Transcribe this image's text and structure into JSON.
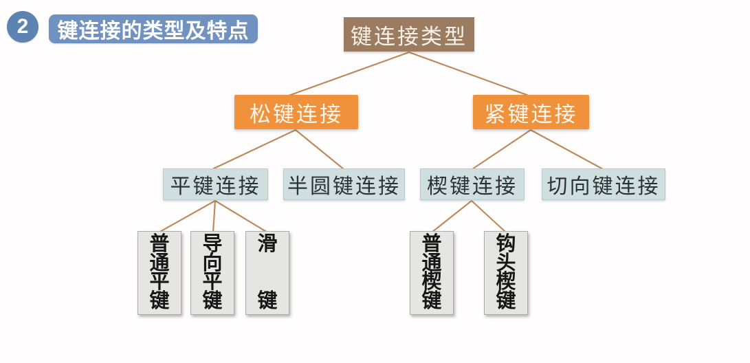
{
  "header": {
    "badge_number": "2",
    "title": "键连接的类型及特点"
  },
  "diagram": {
    "root": {
      "label": "键连接类型"
    },
    "branches": [
      {
        "label": "松键连接"
      },
      {
        "label": "紧键连接"
      }
    ],
    "subtypes": [
      {
        "label": "平键连接"
      },
      {
        "label": "半圆键连接"
      },
      {
        "label": "楔键连接"
      },
      {
        "label": "切向键连接"
      }
    ],
    "leaves": [
      {
        "name": "普通平键",
        "lines": [
          "普",
          "通",
          "平",
          "键"
        ]
      },
      {
        "name": "导向平键",
        "lines": [
          "导",
          "向",
          "平",
          "键"
        ]
      },
      {
        "name": "滑键",
        "lines": [
          "滑",
          "",
          "",
          "键"
        ]
      },
      {
        "name": "普通楔键",
        "lines": [
          "普",
          "通",
          "楔",
          "键"
        ]
      },
      {
        "name": "钩头楔键",
        "lines": [
          "钩",
          "头",
          "楔",
          "键"
        ]
      }
    ]
  },
  "colors": {
    "badge_blue": "#5d83b0",
    "banner_blue": "#7092c1",
    "root_brown": "#9c7c61",
    "branch_orange": "#f0913c",
    "subtype_teal": "#cfdfdf",
    "leaf_gray": "#e5e5e3",
    "connector_line": "#bd8a5c",
    "background": "#fffdfd"
  }
}
